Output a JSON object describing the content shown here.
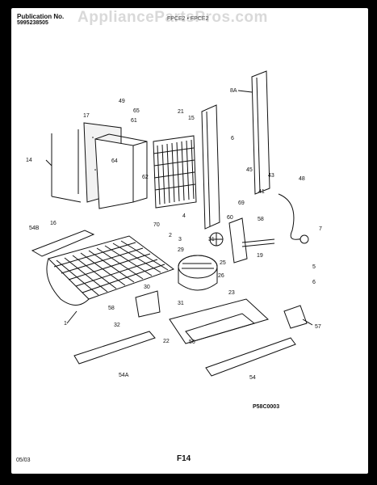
{
  "header": {
    "publication_label": "Publication No.",
    "publication_number": "5995238505",
    "model_list": "FPCE2 • FPCE2",
    "watermark": "AppliancePartsPros.com"
  },
  "footer": {
    "date": "05/03",
    "page": "F14",
    "drawing_number": "P58C0003"
  },
  "callouts": [
    "49",
    "17",
    "65",
    "21",
    "15",
    "8A",
    "6",
    "14",
    "64",
    "61",
    "62",
    "45",
    "43",
    "48",
    "41",
    "16",
    "54B",
    "70",
    "2",
    "4",
    "60",
    "69",
    "58",
    "7",
    "3",
    "31",
    "25",
    "19",
    "1",
    "26",
    "29",
    "5",
    "6",
    "23",
    "30",
    "58",
    "31",
    "32",
    "57",
    "22",
    "56",
    "54A",
    "54"
  ],
  "colors": {
    "ink": "#111111",
    "paper": "#ffffff",
    "frame": "#000000",
    "watermark": "#d9d9d9"
  }
}
